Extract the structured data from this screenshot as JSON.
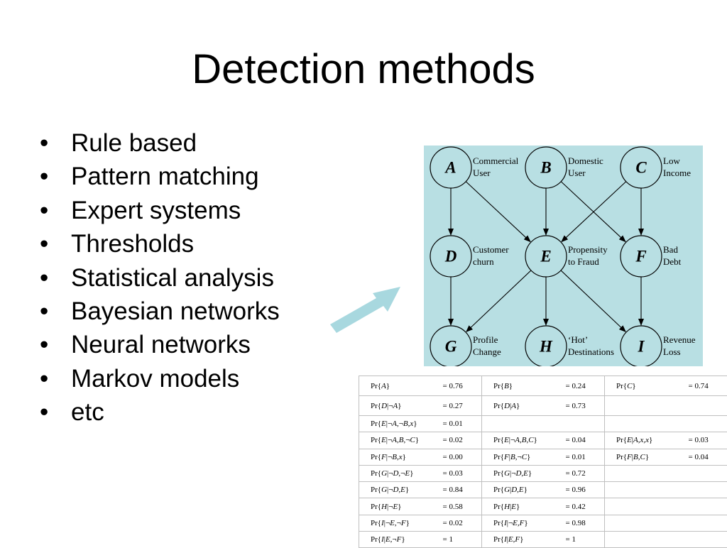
{
  "slide": {
    "title": "Detection methods",
    "bullets": [
      "Rule based",
      "Pattern matching",
      "Expert systems",
      "Thresholds",
      "Statistical analysis",
      "Bayesian networks",
      "Neural networks",
      "Markov models",
      "etc"
    ]
  },
  "network": {
    "background_color": "#b8dfe3",
    "nodes": [
      {
        "id": "A",
        "label": [
          "Commercial",
          "User"
        ]
      },
      {
        "id": "B",
        "label": [
          "Domestic",
          "User"
        ]
      },
      {
        "id": "C",
        "label": [
          "Low",
          "Income"
        ]
      },
      {
        "id": "D",
        "label": [
          "Customer",
          "churn"
        ]
      },
      {
        "id": "E",
        "label": [
          "Propensity",
          "to Fraud"
        ]
      },
      {
        "id": "F",
        "label": [
          "Bad",
          "Debt"
        ]
      },
      {
        "id": "G",
        "label": [
          "Profile",
          "Change"
        ]
      },
      {
        "id": "H",
        "label": [
          "‘Hot’",
          "Destinations"
        ]
      },
      {
        "id": "I",
        "label": [
          "Revenue",
          "Loss"
        ]
      }
    ],
    "edges": [
      [
        "A",
        "D"
      ],
      [
        "A",
        "E"
      ],
      [
        "B",
        "E"
      ],
      [
        "B",
        "F"
      ],
      [
        "C",
        "E"
      ],
      [
        "C",
        "F"
      ],
      [
        "D",
        "G"
      ],
      [
        "E",
        "G"
      ],
      [
        "E",
        "H"
      ],
      [
        "E",
        "I"
      ],
      [
        "F",
        "I"
      ]
    ]
  },
  "probability_table": [
    [
      [
        "Pr{A}",
        "= 0.76"
      ],
      [
        "Pr{B}",
        "= 0.24"
      ],
      [
        "Pr{C}",
        "= 0.74"
      ]
    ],
    [
      [
        "Pr{D|¬A}",
        "= 0.27"
      ],
      [
        "Pr{D|A}",
        "= 0.73"
      ],
      [
        "",
        ""
      ]
    ],
    [
      [
        "Pr{E|¬A,¬B,x}",
        "= 0.01"
      ],
      [
        "",
        ""
      ],
      [
        "",
        ""
      ]
    ],
    [
      [
        "Pr{E|¬A,B,¬C}",
        "= 0.02"
      ],
      [
        "Pr{E|¬A,B,C}",
        "= 0.04"
      ],
      [
        "Pr{E|A,x,x}",
        "= 0.03"
      ]
    ],
    [
      [
        "Pr{F|¬B,x}",
        "= 0.00"
      ],
      [
        "Pr{F|B,¬C}",
        "= 0.01"
      ],
      [
        "Pr{F|B,C}",
        "= 0.04"
      ]
    ],
    [
      [
        "Pr{G|¬D,¬E}",
        "= 0.03"
      ],
      [
        "Pr{G|¬D,E}",
        "= 0.72"
      ],
      [
        "",
        ""
      ]
    ],
    [
      [
        "Pr{G|¬D,E}",
        "= 0.84"
      ],
      [
        "Pr{G|D,E}",
        "= 0.96"
      ],
      [
        "",
        ""
      ]
    ],
    [
      [
        "Pr{H|¬E}",
        "= 0.58"
      ],
      [
        "Pr{H|E}",
        "= 0.42"
      ],
      [
        "",
        ""
      ]
    ],
    [
      [
        "Pr{I|¬E,¬F}",
        "= 0.02"
      ],
      [
        "Pr{I|¬E,F}",
        "= 0.98"
      ],
      [
        "",
        ""
      ]
    ],
    [
      [
        "Pr{I|E,¬F}",
        "= 1"
      ],
      [
        "Pr{I|E,F}",
        "= 1"
      ],
      [
        "",
        ""
      ]
    ]
  ],
  "colors": {
    "arrow": "#a8d8df",
    "table_border": "#bfbfbf"
  }
}
